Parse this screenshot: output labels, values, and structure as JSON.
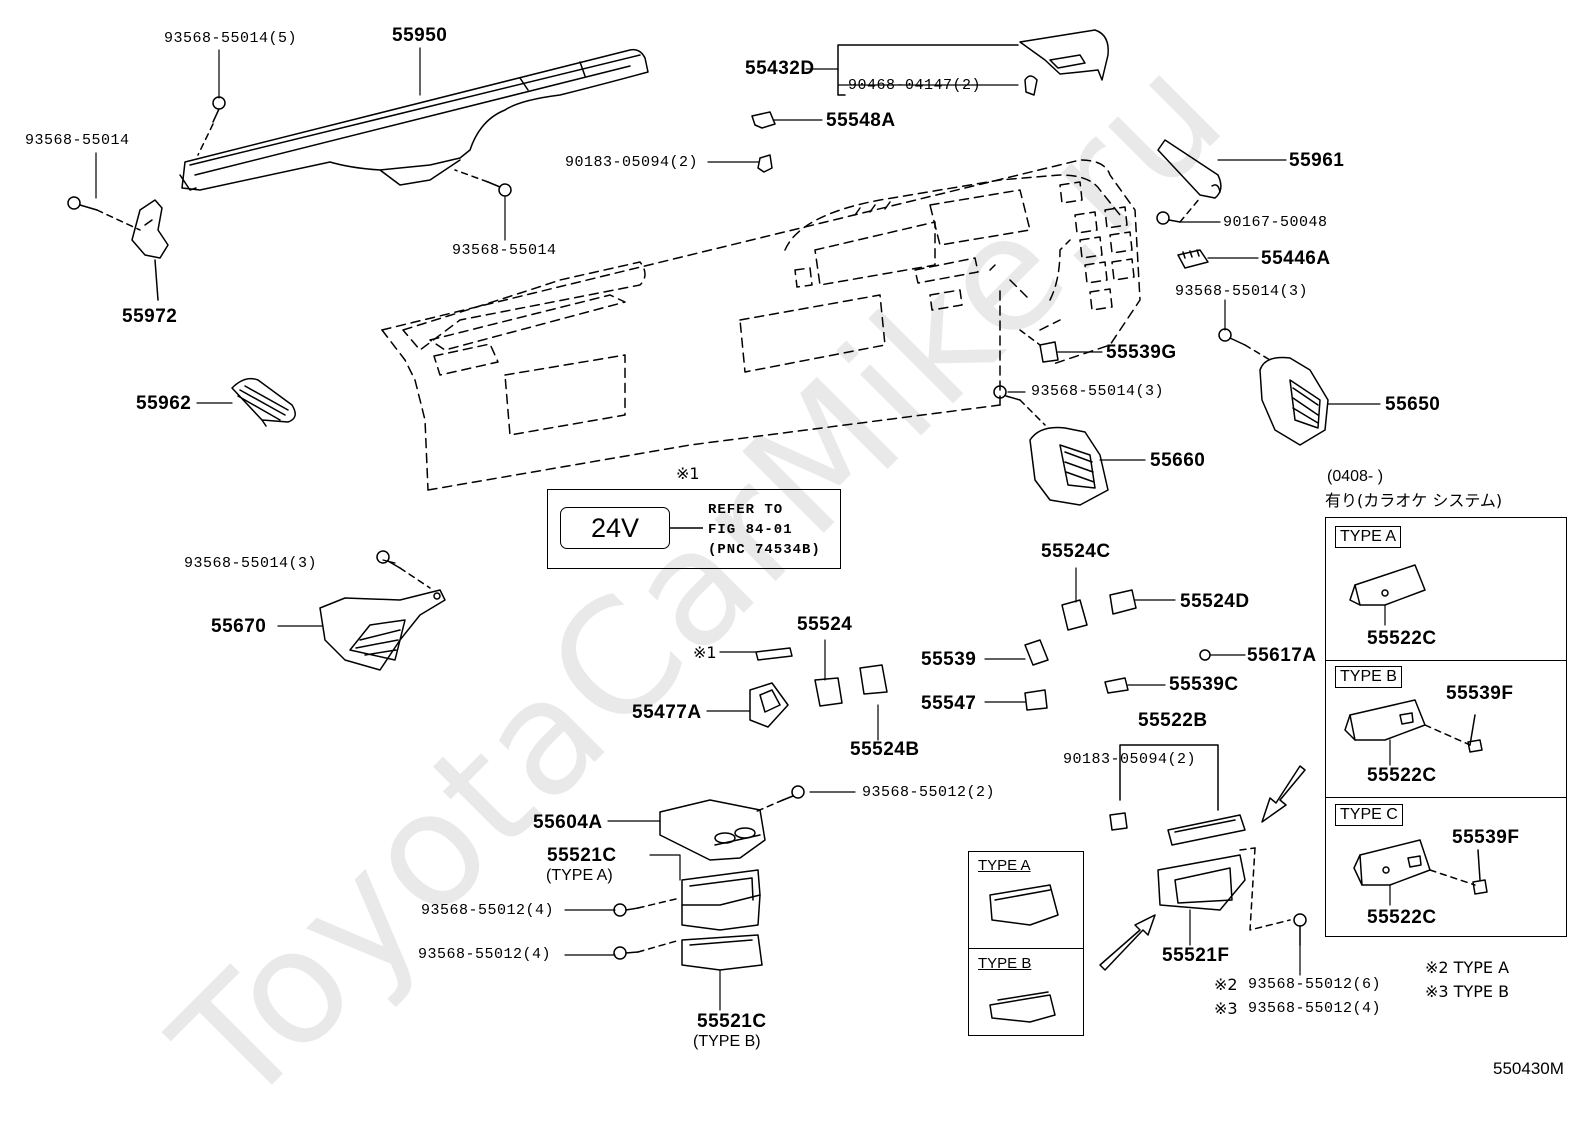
{
  "watermark": "ToyotaCarMike.ru",
  "diagram_code": "550430M",
  "parts": {
    "p55950": "55950",
    "p93568_55014_5": "93568-55014(5)",
    "p93568_55014_left": "93568-55014",
    "p93568_55014_mid": "93568-55014",
    "p55972": "55972",
    "p55962": "55962",
    "p55432D": "55432D",
    "p90468_04147": "90468-04147(2)",
    "p55548A": "55548A",
    "p90183_05094_top": "90183-05094(2)",
    "p55961": "55961",
    "p90167_50048": "90167-50048",
    "p55446A": "55446A",
    "p93568_55014_3_right": "93568-55014(3)",
    "p55539G": "55539G",
    "p93568_55014_3_center": "93568-55014(3)",
    "p55650": "55650",
    "p55660": "55660",
    "p93568_55014_3_left": "93568-55014(3)",
    "p55670": "55670",
    "p55524C": "55524C",
    "p55524D": "55524D",
    "p55524": "55524",
    "p55539": "55539",
    "p55617A": "55617A",
    "p55547": "55547",
    "p55539C": "55539C",
    "p55477A": "55477A",
    "p55524B": "55524B",
    "p55522B": "55522B",
    "p90183_05094_bot": "90183-05094(2)",
    "p55604A": "55604A",
    "p93568_55012_2": "93568-55012(2)",
    "p55521C_top": "55521C",
    "p93568_55012_4a": "93568-55012(4)",
    "p93568_55012_4b": "93568-55012(4)",
    "p55521C_bot": "55521C",
    "p55521F": "55521F",
    "p93568_55012_6": "93568-55012(6)",
    "p93568_55012_4c": "93568-55012(4)",
    "p55522C_a": "55522C",
    "p55522C_b": "55522C",
    "p55522C_c": "55522C",
    "p55539F_b": "55539F",
    "p55539F_c": "55539F"
  },
  "notes": {
    "mark1": "※1",
    "mark1_small": "※1",
    "mark2": "※2",
    "mark3": "※3",
    "type_a_paren": "(TYPE A)",
    "type_b_paren": "(TYPE B)",
    "legend_2": "※2 TYPE A",
    "legend_3": "※3 TYPE B"
  },
  "reference_box": {
    "voltage": "24V",
    "line1": "REFER TO",
    "line2": "FIG 84-01",
    "line3": "(PNC 74534B)"
  },
  "side_panel": {
    "date": "(0408-     )",
    "option": "有り(カラオケ システム)",
    "type_a": "TYPE A",
    "type_b": "TYPE B",
    "type_c": "TYPE C"
  },
  "inset": {
    "type_a": "TYPE A",
    "type_b": "TYPE B"
  }
}
